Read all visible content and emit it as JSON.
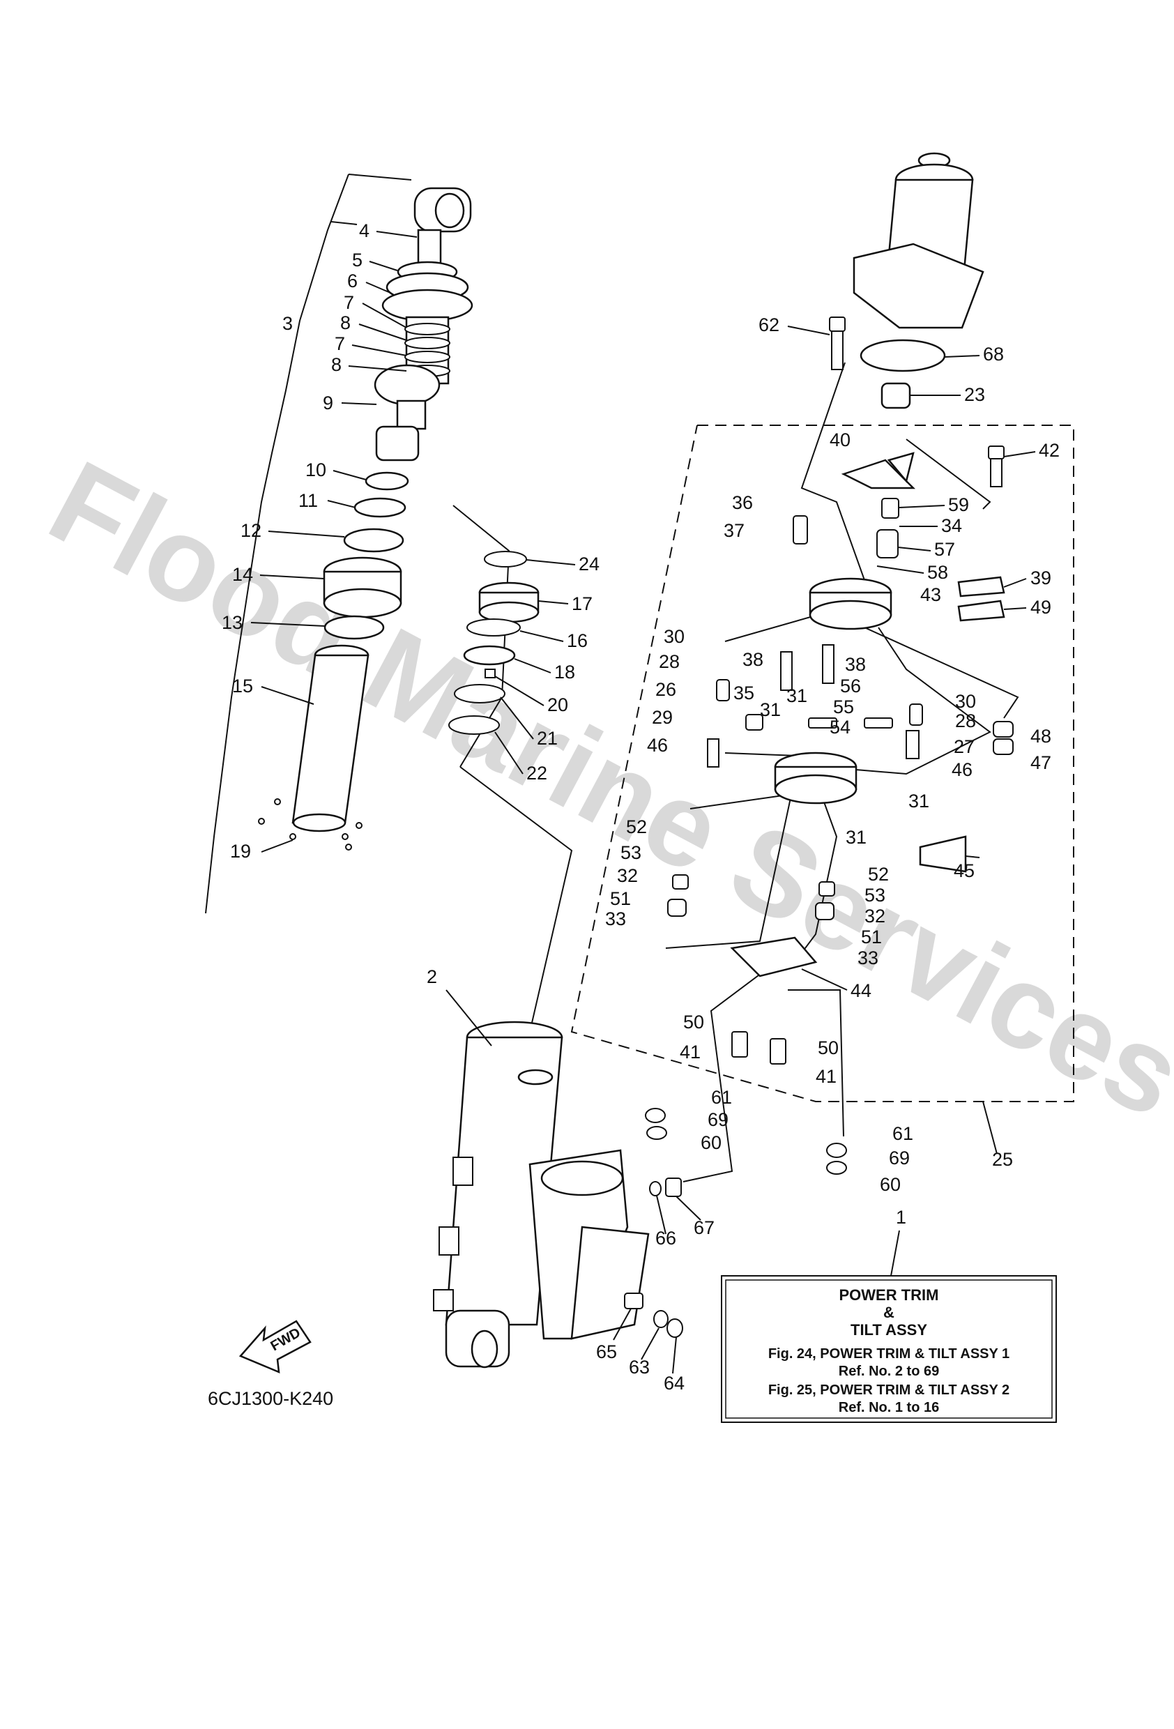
{
  "watermark": "Flood Marine Services",
  "drawing_code": "6CJ1300-K240",
  "fwd_label": "FWD",
  "info_box": {
    "title_1": "POWER TRIM",
    "title_2": "&",
    "title_3": "TILT ASSY",
    "line_1": "Fig. 24, POWER TRIM & TILT ASSY 1",
    "line_2": "Ref. No. 2 to 69",
    "line_3": "Fig. 25, POWER TRIM & TILT ASSY 2",
    "line_4": "Ref. No. 1 to 16"
  },
  "callouts": [
    "4",
    "5",
    "6",
    "7",
    "8",
    "7",
    "8",
    "3",
    "9",
    "10",
    "11",
    "12",
    "14",
    "13",
    "15",
    "19",
    "2",
    "24",
    "17",
    "16",
    "18",
    "20",
    "21",
    "22",
    "62",
    "68",
    "23",
    "40",
    "42",
    "36",
    "59",
    "37",
    "34",
    "57",
    "58",
    "43",
    "39",
    "49",
    "30",
    "38",
    "28",
    "38",
    "26",
    "35",
    "31",
    "31",
    "56",
    "30",
    "28",
    "29",
    "55",
    "54",
    "27",
    "48",
    "46",
    "46",
    "47",
    "31",
    "52",
    "31",
    "53",
    "45",
    "32",
    "52",
    "51",
    "53",
    "33",
    "32",
    "51",
    "33",
    "44",
    "50",
    "50",
    "41",
    "41",
    "61",
    "69",
    "60",
    "61",
    "69",
    "60",
    "25",
    "66",
    "67",
    "1",
    "65",
    "63",
    "64"
  ]
}
